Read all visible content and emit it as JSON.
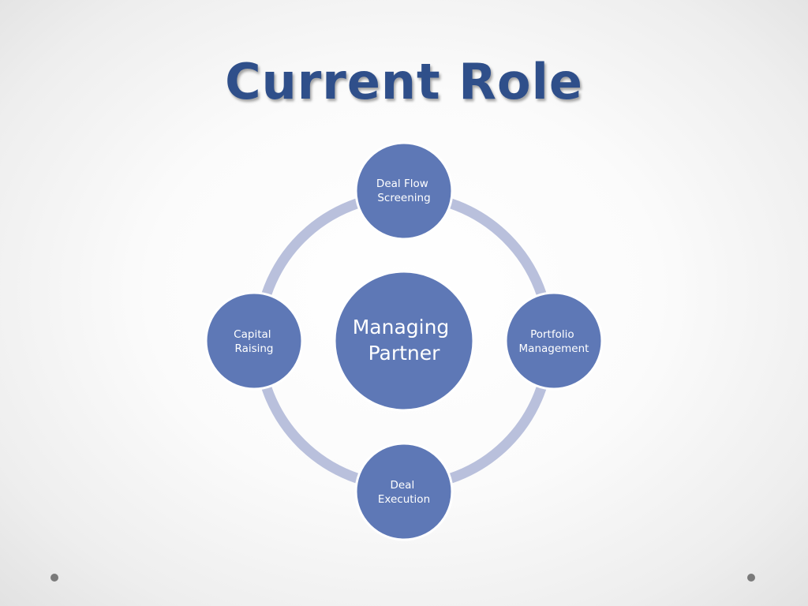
{
  "slide": {
    "title": "Current Role"
  },
  "diagram": {
    "center": {
      "lines": [
        "Managing",
        "Partner"
      ]
    },
    "nodes": [
      {
        "id": "top",
        "lines": [
          "Deal Flow",
          "Screening"
        ]
      },
      {
        "id": "right",
        "lines": [
          "Portfolio",
          "Management"
        ]
      },
      {
        "id": "bottom",
        "lines": [
          "Deal",
          "Execution"
        ]
      },
      {
        "id": "left",
        "lines": [
          "Capital",
          "Raising"
        ]
      }
    ]
  },
  "colors": {
    "title": "#2f4f8a",
    "node_fill": "#5e78b6",
    "node_stroke": "#ffffff",
    "ring": "#b9c0dc",
    "bullet": "#7a7a7a"
  }
}
